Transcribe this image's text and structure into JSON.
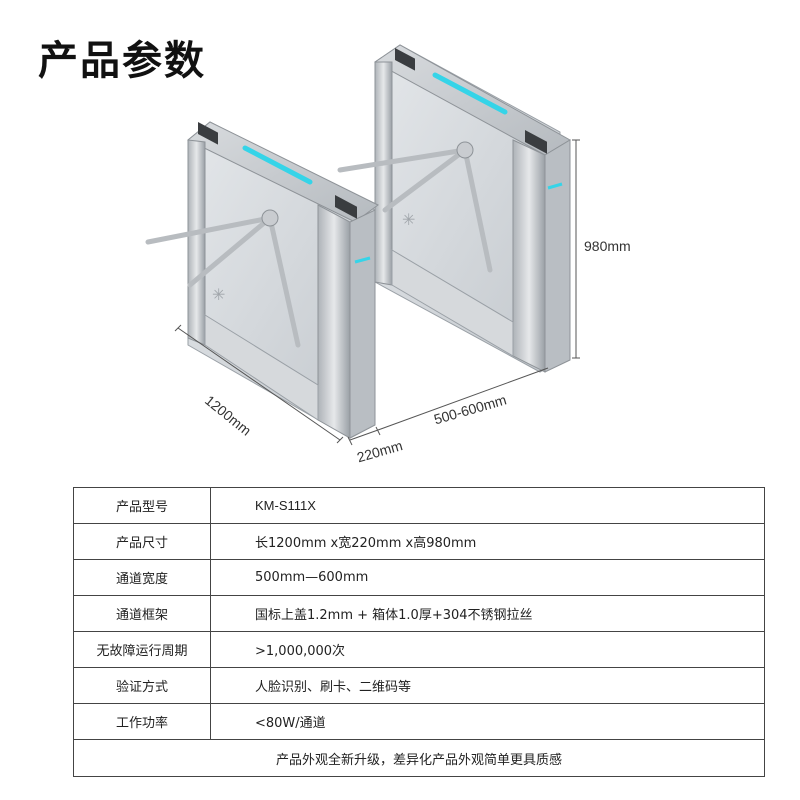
{
  "page_title": "产品参数",
  "dimensions": {
    "height": "980mm",
    "length": "1200mm",
    "channel_width": "500-600mm",
    "depth": "220mm"
  },
  "specs": [
    {
      "label": "产品型号",
      "value": "KM-S111X"
    },
    {
      "label": "产品尺寸",
      "value": "长1200mm x宽220mm x高980mm"
    },
    {
      "label": "通道宽度",
      "value": "500mm—600mm"
    },
    {
      "label": "通道框架",
      "value": "国标上盖1.2mm + 箱体1.0厚+304不锈钢拉丝"
    },
    {
      "label": "无故障运行周期",
      "value": ">1,000,000次"
    },
    {
      "label": "验证方式",
      "value": "人脸识别、刷卡、二维码等"
    },
    {
      "label": "工作功率",
      "value": "<80W/通道"
    }
  ],
  "footer_note": "产品外观全新升级，差异化产品外观简单更具质感",
  "colors": {
    "steel": "#c9ccd0",
    "steel_dark": "#8e9398",
    "led": "#35d4e8"
  }
}
